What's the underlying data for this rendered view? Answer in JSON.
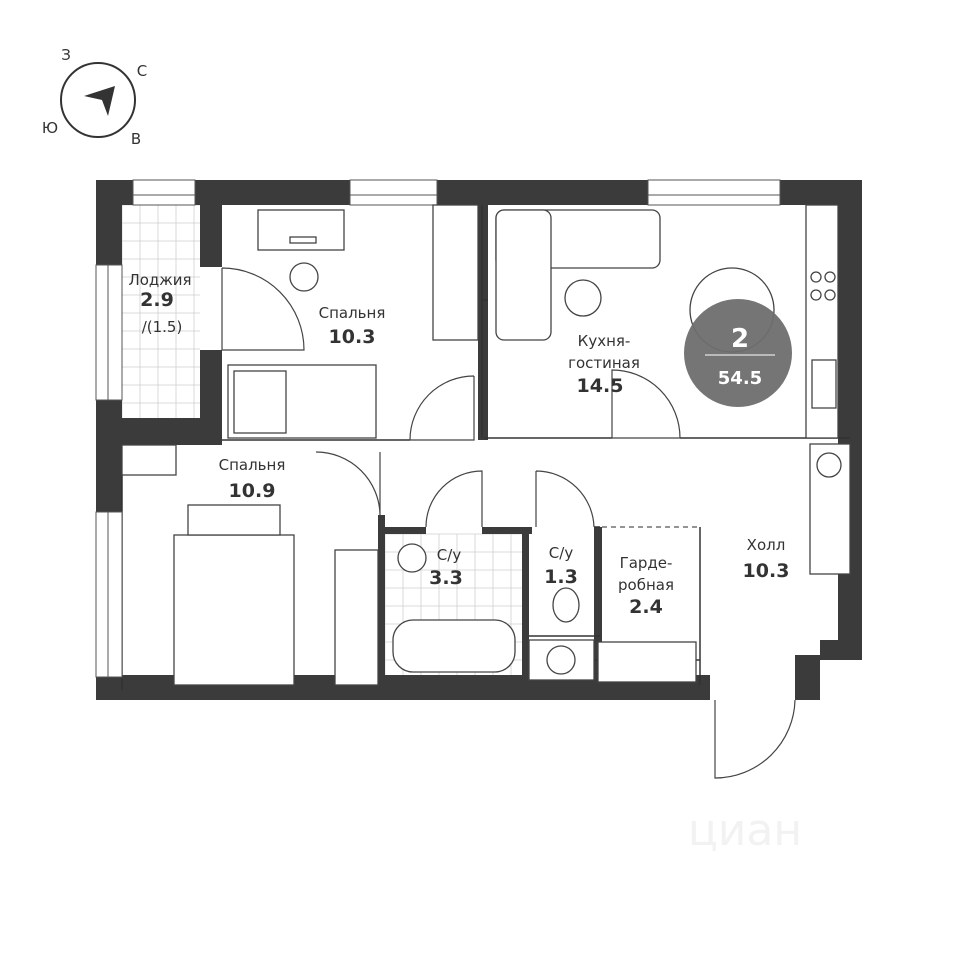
{
  "compass": {
    "north": "С",
    "south": "Ю",
    "east": "В",
    "west": "З"
  },
  "rooms": {
    "loggia": {
      "name": "Лоджия",
      "area": "2.9",
      "reduced_area": "/(1.5)"
    },
    "bedroom1": {
      "name": "Спальня",
      "area": "10.3"
    },
    "kitchen": {
      "name_line1": "Кухня-",
      "name_line2": "гостиная",
      "area": "14.5"
    },
    "bedroom2": {
      "name": "Спальня",
      "area": "10.9"
    },
    "bathroom": {
      "name": "С/у",
      "area": "3.3"
    },
    "wc": {
      "name": "С/у",
      "area": "1.3"
    },
    "wardrobe": {
      "name_line1": "Гарде-",
      "name_line2": "робная",
      "area": "2.4"
    },
    "hall": {
      "name": "Холл",
      "area": "10.3"
    }
  },
  "badge": {
    "rooms": "2",
    "total_area": "54.5",
    "color": "#6e6e6e"
  },
  "watermark": "циан"
}
